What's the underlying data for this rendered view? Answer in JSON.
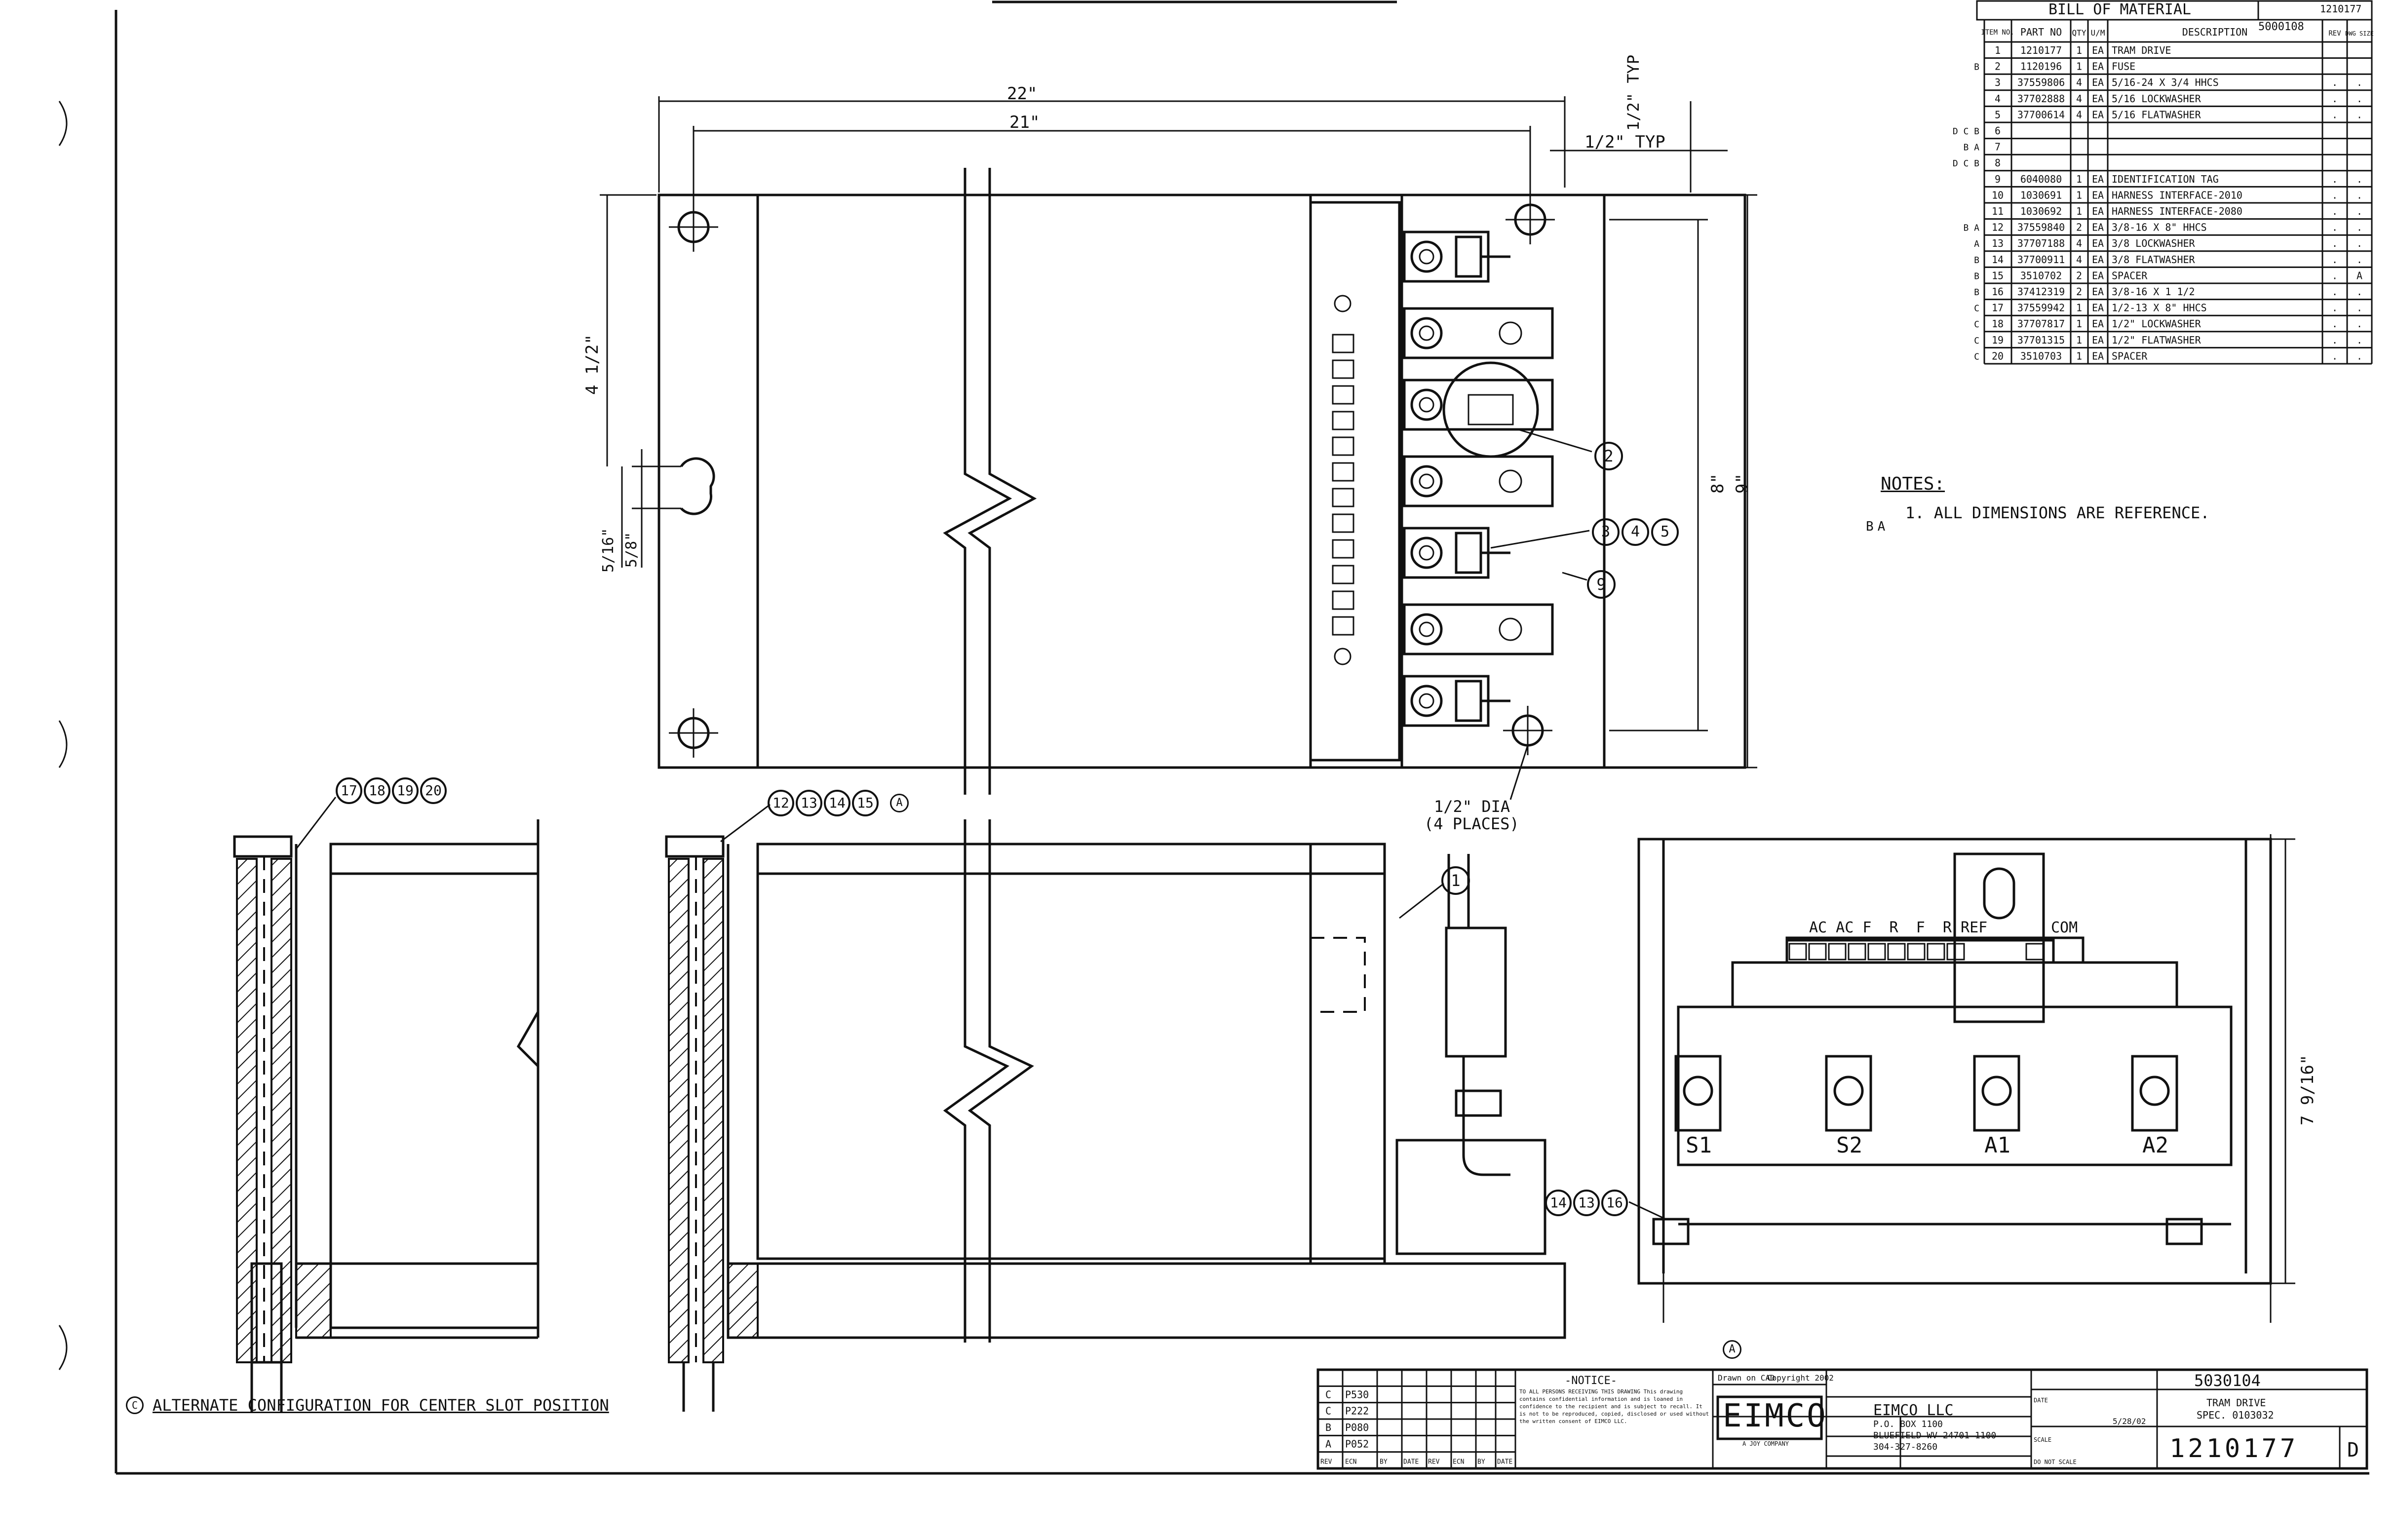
{
  "bom": {
    "title": "BILL OF MATERIAL",
    "doc_number": "1210177",
    "sub_ref": "5000108",
    "headers": [
      "ITEM NO.",
      "PART NO",
      "QTY",
      "U/M",
      "DESCRIPTION",
      "REV",
      "DWG SIZE"
    ],
    "rows": [
      {
        "item": "1",
        "part": "1210177",
        "qty": "1",
        "um": "EA",
        "desc": "TRAM DRIVE",
        "marks": "",
        "rev": "",
        "size": ""
      },
      {
        "item": "2",
        "part": "1120196",
        "qty": "1",
        "um": "EA",
        "desc": "FUSE",
        "marks": "B",
        "rev": "",
        "size": ""
      },
      {
        "item": "3",
        "part": "37559806",
        "qty": "4",
        "um": "EA",
        "desc": "5/16-24 X 3/4 HHCS",
        "marks": "",
        "rev": ".",
        "size": "."
      },
      {
        "item": "4",
        "part": "37702888",
        "qty": "4",
        "um": "EA",
        "desc": "5/16 LOCKWASHER",
        "marks": "",
        "rev": ".",
        "size": "."
      },
      {
        "item": "5",
        "part": "37700614",
        "qty": "4",
        "um": "EA",
        "desc": "5/16 FLATWASHER",
        "marks": "",
        "rev": ".",
        "size": "."
      },
      {
        "item": "6",
        "part": "",
        "qty": "",
        "um": "",
        "desc": "",
        "marks": "DCB",
        "rev": "",
        "size": ""
      },
      {
        "item": "7",
        "part": "",
        "qty": "",
        "um": "",
        "desc": "",
        "marks": "BA",
        "rev": "",
        "size": ""
      },
      {
        "item": "8",
        "part": "",
        "qty": "",
        "um": "",
        "desc": "",
        "marks": "DCB",
        "rev": "",
        "size": ""
      },
      {
        "item": "9",
        "part": "6040080",
        "qty": "1",
        "um": "EA",
        "desc": "IDENTIFICATION TAG",
        "marks": "",
        "rev": ".",
        "size": "."
      },
      {
        "item": "10",
        "part": "1030691",
        "qty": "1",
        "um": "EA",
        "desc": "HARNESS INTERFACE-2010",
        "marks": "",
        "rev": ".",
        "size": "."
      },
      {
        "item": "11",
        "part": "1030692",
        "qty": "1",
        "um": "EA",
        "desc": "HARNESS INTERFACE-2080",
        "marks": "",
        "rev": ".",
        "size": "."
      },
      {
        "item": "12",
        "part": "37559840",
        "qty": "2",
        "um": "EA",
        "desc": "3/8-16 X 8\" HHCS",
        "marks": "BA",
        "rev": ".",
        "size": "."
      },
      {
        "item": "13",
        "part": "37707188",
        "qty": "4",
        "um": "EA",
        "desc": "3/8 LOCKWASHER",
        "marks": "A",
        "rev": ".",
        "size": "."
      },
      {
        "item": "14",
        "part": "37700911",
        "qty": "4",
        "um": "EA",
        "desc": "3/8 FLATWASHER",
        "marks": "B",
        "rev": ".",
        "size": "."
      },
      {
        "item": "15",
        "part": "3510702",
        "qty": "2",
        "um": "EA",
        "desc": "SPACER",
        "marks": "B",
        "rev": ".",
        "size": "A"
      },
      {
        "item": "16",
        "part": "37412319",
        "qty": "2",
        "um": "EA",
        "desc": "3/8-16 X 1 1/2",
        "marks": "B",
        "rev": ".",
        "size": "."
      },
      {
        "item": "17",
        "part": "37559942",
        "qty": "1",
        "um": "EA",
        "desc": "1/2-13 X 8\" HHCS",
        "marks": "C",
        "rev": ".",
        "size": "."
      },
      {
        "item": "18",
        "part": "37707817",
        "qty": "1",
        "um": "EA",
        "desc": "1/2\" LOCKWASHER",
        "marks": "C",
        "rev": ".",
        "size": "."
      },
      {
        "item": "19",
        "part": "37701315",
        "qty": "1",
        "um": "EA",
        "desc": "1/2\" FLATWASHER",
        "marks": "C",
        "rev": ".",
        "size": "."
      },
      {
        "item": "20",
        "part": "3510703",
        "qty": "1",
        "um": "EA",
        "desc": "SPACER",
        "marks": "C",
        "rev": ".",
        "size": "."
      }
    ]
  },
  "notes": {
    "heading": "NOTES:",
    "line1": "1. ALL DIMENSIONS ARE REFERENCE.",
    "marks": "BA"
  },
  "dims": {
    "width_22": "22\"",
    "width_21": "21\"",
    "typ_half_h": "1/2\" TYP",
    "typ_half_v": "1/2\" TYP",
    "four_half": "4 1/2\"",
    "five_sixteenth": "5/16\"",
    "five_eighth": "5/8\"",
    "h8": "8\"",
    "h9": "9\"",
    "hole_dia": "1/2\" DIA",
    "hole_places": "(4 PLACES)",
    "height_7916": "7 9/16\""
  },
  "callouts": {
    "c2": "2",
    "c345": [
      "3",
      "4",
      "5"
    ],
    "c9": "9",
    "c1": "1",
    "left_stack": [
      "17",
      "18",
      "19",
      "20"
    ],
    "mid_stack": [
      "12",
      "13",
      "14",
      "15"
    ],
    "mid_mark": "A",
    "right_stack": [
      "14",
      "13",
      "16"
    ],
    "bottom_mark": "A"
  },
  "terminal_labels": "AC AC F  R  F  R REF",
  "com_label": "COM",
  "studs": [
    "S1",
    "S2",
    "A1",
    "A2"
  ],
  "alt_config": {
    "mark": "C",
    "text": "ALTERNATE CONFIGURATION FOR CENTER SLOT POSITION"
  },
  "revisions": [
    {
      "rev": "C",
      "ecn": "P530",
      "by": "",
      "date": ""
    },
    {
      "rev": "C",
      "ecn": "P222",
      "by": "",
      "date": ""
    },
    {
      "rev": "B",
      "ecn": "P080",
      "by": "",
      "date": ""
    },
    {
      "rev": "A",
      "ecn": "P052",
      "by": "",
      "date": ""
    }
  ],
  "rev_headers": [
    "REV",
    "ECN",
    "BY",
    "DATE"
  ],
  "rev_headers_right": [
    "REV",
    "ECN",
    "BY",
    "DATE"
  ],
  "notice": {
    "title": "-NOTICE-",
    "body": "TO ALL PERSONS RECEIVING THIS DRAWING This drawing contains confidential information and is loaned in confidence to the recipient and is subject to recall. It is not to be reproduced, copied, disclosed or used without the written consent of EIMCO LLC."
  },
  "title_block": {
    "drawn_label": "Drawn on CAD",
    "copyright": "Copyright 2002",
    "logo": "EIMCO",
    "logo_sub": "A JOY COMPANY",
    "company": "EIMCO LLC",
    "address1": "P.O. BOX 1100",
    "address2": "BLUEFIELD WV 24701-1100",
    "phone": "304-327-8260",
    "date_label": "DATE",
    "date_value": "5/28/02",
    "scale_label": "SCALE",
    "scale_value": "DO NOT SCALE",
    "sheet_top": "5030104",
    "title_line1": "TRAM DRIVE",
    "title_line2": "SPEC. 0103032",
    "dwg_number": "1210177",
    "size": "D"
  }
}
